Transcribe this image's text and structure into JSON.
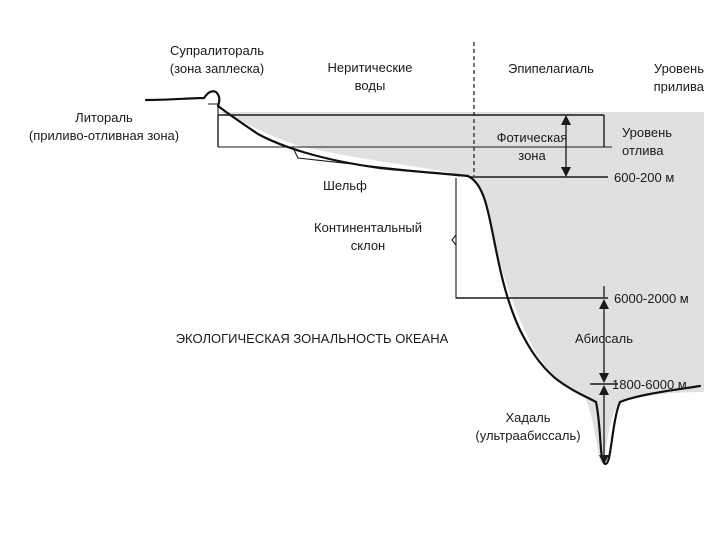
{
  "labels": {
    "supralittoral_line1": "Супралитораль",
    "supralittoral_line2": "(зона заплеска)",
    "neritic_line1": "Неритические",
    "neritic_line2": "воды",
    "epipelagial": "Эпипелагиаль",
    "high_tide_line1": "Уровень",
    "high_tide_line2": "прилива",
    "littoral_line1": "Литораль",
    "littoral_line2": "(приливо-отливная зона)",
    "photic_line1": "Фотическая",
    "photic_line2": "зона",
    "low_tide_line1": "Уровень",
    "low_tide_line2": "отлива",
    "depth_1": "600-200 м",
    "shelf": "Шельф",
    "slope_line1": "Континентальный",
    "slope_line2": "склон",
    "depth_2": "6000-2000 м",
    "title": "ЭКОЛОГИЧЕСКАЯ ЗОНАЛЬНОСТЬ ОКЕАНА",
    "abyssal": "Абиссаль",
    "depth_3": "1800-6000 м",
    "hadal_line1": "Хадаль",
    "hadal_line2": "(ультраабиссаль)"
  },
  "colors": {
    "water": "#e0e0e0",
    "ink": "#1a1a1a"
  }
}
